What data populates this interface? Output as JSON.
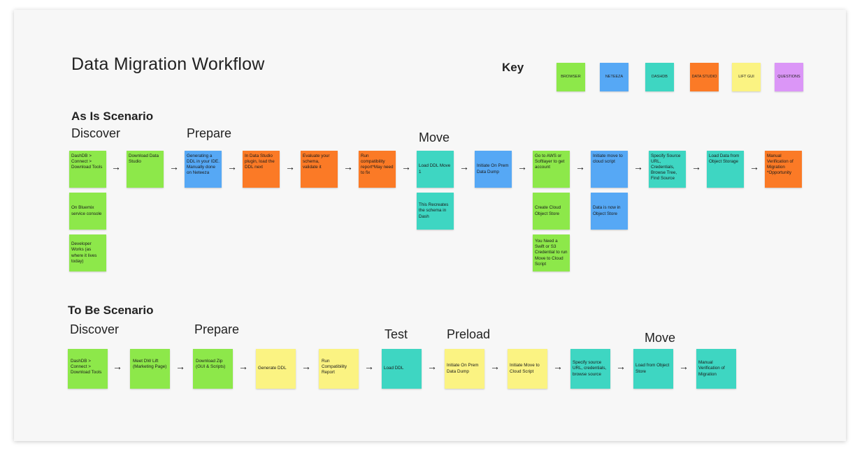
{
  "title": "Data Migration Workflow",
  "key": {
    "label": "Key",
    "items": [
      {
        "label": "BROWSER",
        "color": "#8de84a"
      },
      {
        "label": "NETEEZA",
        "color": "#56a8f5"
      },
      {
        "label": "DASHDB",
        "color": "#3ed6c2"
      },
      {
        "label": "DATA STUDIO",
        "color": "#fb7a26"
      },
      {
        "label": "LIFT GUI",
        "color": "#fbf382"
      },
      {
        "label": "QUESTIONS",
        "color": "#db96f7"
      }
    ]
  },
  "as_is": {
    "title": "As Is Scenario",
    "phases": {
      "discover": "Discover",
      "prepare": "Prepare",
      "move": "Move"
    },
    "notes": {
      "n1": "DashDB > Connect > Download Tools",
      "n2": "Download Data Studio",
      "n3": "Generating a DDL in your IDE. Manually done on Neteeza",
      "n4": "In Data Studio plugin, load the DDL next",
      "n5": "Evaluate your schema, validate it",
      "n6": "Run compatibility report*May need to fix",
      "n7": "Load DDL Move 1",
      "n8": "Initiate On Prem Data Dump",
      "n9": "Go to AWS or Softlayer to get account",
      "n10": "Initiate move to cloud script",
      "n11": "Specify Source URL, Credentials, Browse Tree, Find Source",
      "n12": "Load Data from Object Storage",
      "n13": "Manual Verification of Migration *Opportunity",
      "n1b": "On Bluemix service console",
      "n1c": "Developer Works (as where it lives today)",
      "n7b": "This Recreates the schema in Dash",
      "n9b": "Create Cloud Object Store",
      "n9c": "You Need a Swift or S3 Credential to run Move to Cloud Script",
      "n10b": "Data is now in Object Store"
    }
  },
  "to_be": {
    "title": "To Be Scenario",
    "phases": {
      "discover": "Discover",
      "prepare": "Prepare",
      "test": "Test",
      "preload": "Preload",
      "move": "Move"
    },
    "notes": {
      "t1": "DashDB > Connect > Download Tools",
      "t2": "Meet DW Lift (Marketing Page)",
      "t3": "Download Zip (GUI & Scripts)",
      "t4": "Generate DDL",
      "t5": "Run Compatibility Report",
      "t6": "Load DDL",
      "t7": "Initiate On Prem Data Dump",
      "t8": "Initiate Move to Cloud Script",
      "t9": "Specify source URL, credentials, browse source",
      "t10": "Load from Object Store",
      "t11": "Manual Verification of Migration"
    }
  },
  "arrow_glyph": "→"
}
